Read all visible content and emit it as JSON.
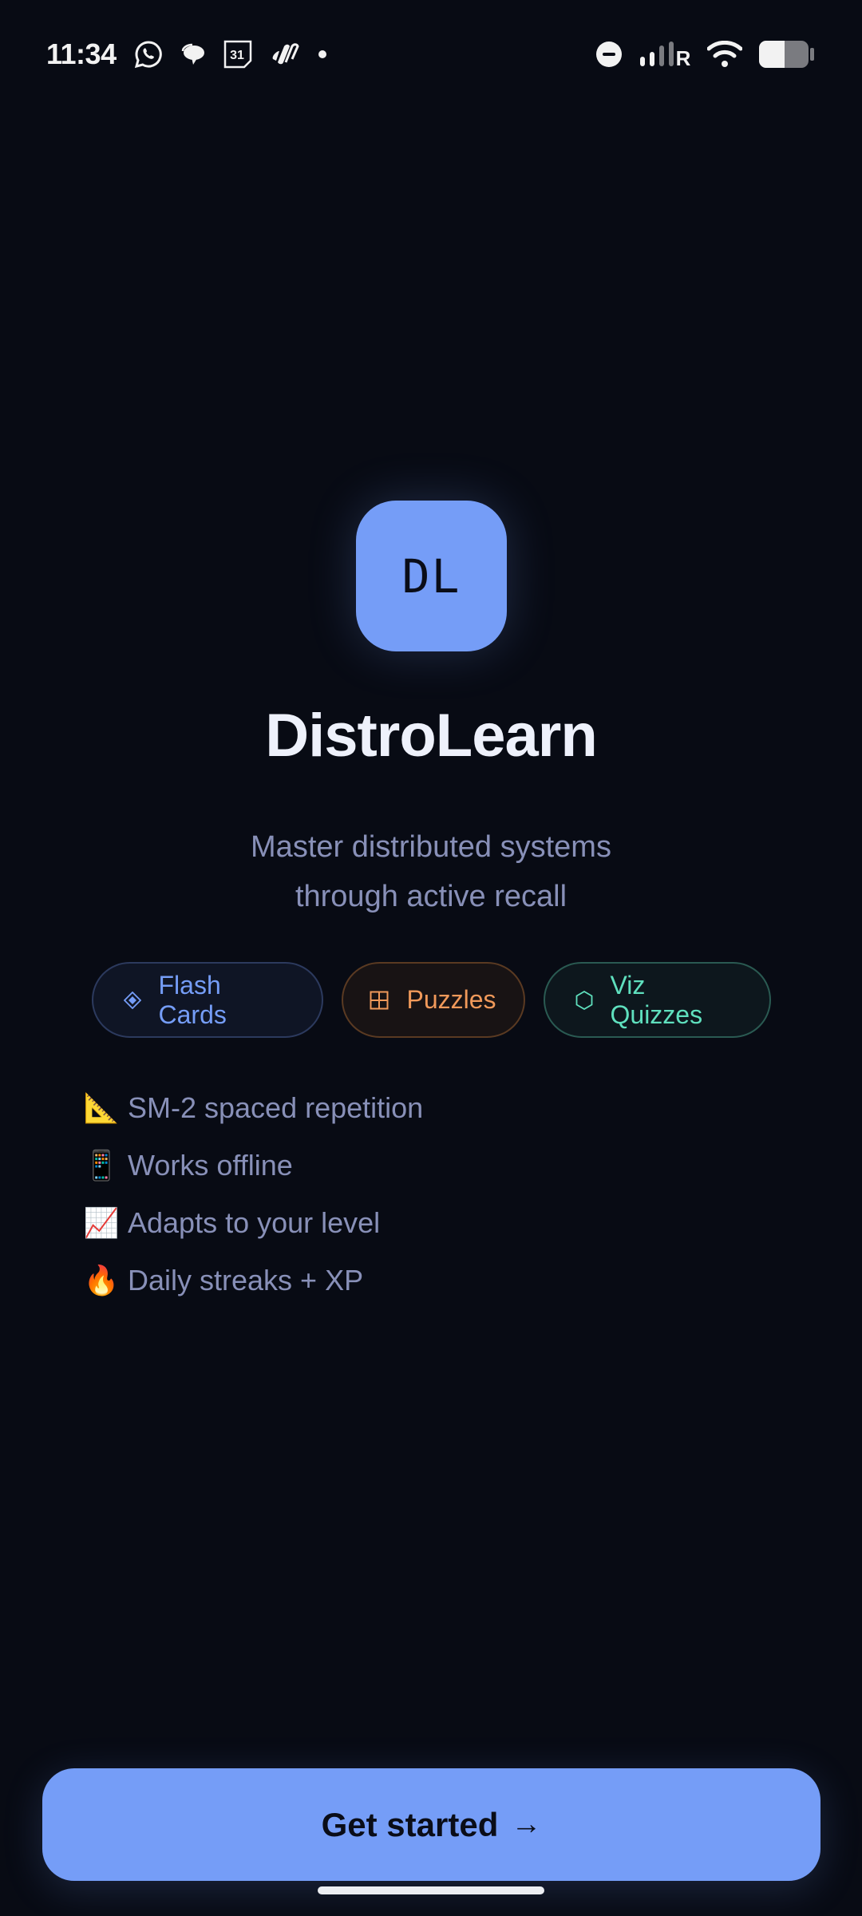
{
  "status_bar": {
    "time": "11:34",
    "notification_icons": [
      "whatsapp-icon",
      "messages-icon",
      "calendar-icon",
      "app-icon",
      "more-dot-icon"
    ],
    "calendar_day": "31",
    "system_icons": [
      "do-not-disturb-icon",
      "signal-icon",
      "roaming-icon",
      "wifi-icon",
      "battery-icon"
    ],
    "roaming_label": "R",
    "battery_level_percent": 50
  },
  "logo": {
    "initials": "DL",
    "color": "#759df7"
  },
  "app": {
    "title": "DistroLearn",
    "tagline_line1": "Master distributed systems",
    "tagline_line2": "through active recall"
  },
  "chips": [
    {
      "label": "Flash Cards",
      "icon": "diamond-icon",
      "glyph": "◈",
      "color": "#759df7"
    },
    {
      "label": "Puzzles",
      "icon": "grid-icon",
      "glyph": "⊞",
      "color": "#f0995a"
    },
    {
      "label": "Viz Quizzes",
      "icon": "hexagon-icon",
      "glyph": "⬡",
      "color": "#5fe0be"
    }
  ],
  "features": [
    {
      "emoji": "📐",
      "icon": "triangle-ruler-icon",
      "label": "SM-2 spaced repetition"
    },
    {
      "emoji": "📱",
      "icon": "mobile-phone-icon",
      "label": "Works offline"
    },
    {
      "emoji": "📈",
      "icon": "chart-increasing-icon",
      "label": "Adapts to your level"
    },
    {
      "emoji": "🔥",
      "icon": "fire-icon",
      "label": "Daily streaks + XP"
    }
  ],
  "cta": {
    "label": "Get started",
    "arrow": "→",
    "color": "#759df7"
  },
  "colors": {
    "background": "#080b14",
    "title": "#eef1fb",
    "muted_text": "#8890b8"
  }
}
